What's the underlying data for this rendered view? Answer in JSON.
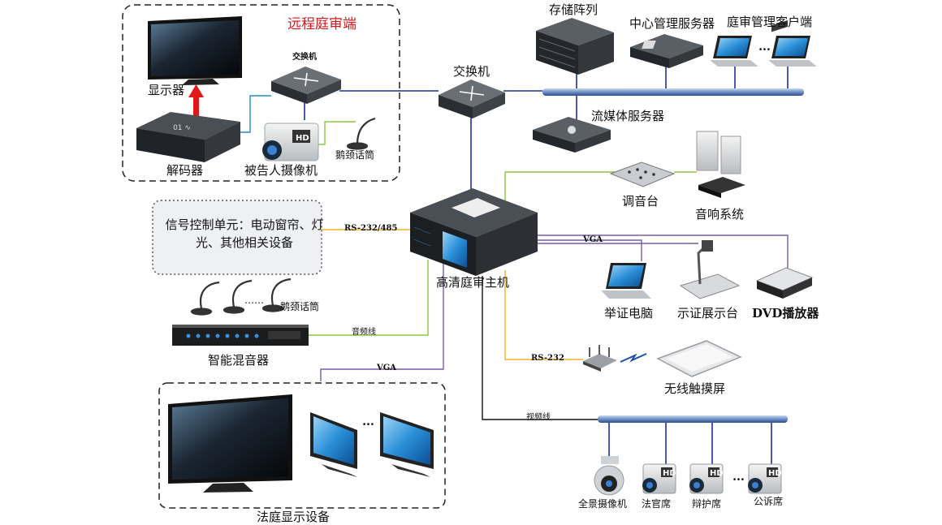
{
  "remote": {
    "title": "远程庭审端",
    "display": "显示器",
    "decoder": "解码器",
    "switch": "交换机",
    "defendant_camera": "被告人摄像机",
    "mic": "鹅颈话筒"
  },
  "network": {
    "core_switch": "交换机",
    "storage": "存储阵列",
    "central_server": "中心管理服务器",
    "client": "庭审管理客户端",
    "client_dots": "…",
    "media_server": "流媒体服务器"
  },
  "host": {
    "label": "高清庭审主机"
  },
  "links": {
    "rs232_485": "RS-232/485",
    "vga_top": "VGA",
    "audio_line": "音频线",
    "vga_bottom": "VGA",
    "rs232": "RS-232",
    "video_line": "视频线"
  },
  "signal_unit": {
    "text": "信号控制单元：电动窗帘、灯光、其他相关设备"
  },
  "audio": {
    "mixer_console": "调音台",
    "speaker": "音响系统",
    "mics": "鹅颈话筒",
    "mic_dots": "……",
    "mixer": "智能混音器"
  },
  "evidence": {
    "laptop": "举证电脑",
    "presenter": "示证展示台",
    "dvd": "DVD播放器"
  },
  "wireless": {
    "touch": "无线触摸屏"
  },
  "court_display": {
    "label": "法庭显示设备",
    "dots": "…"
  },
  "cameras": {
    "panorama": "全景摄像机",
    "judge": "法官席",
    "defense": "辩护席",
    "prosecution": "公诉席",
    "dots": "…",
    "hd": "HD"
  },
  "colors": {
    "network_line": "#1c2fa0",
    "audio_line": "#8dc63f",
    "vga_line": "#7a5aa8",
    "serial_line": "#f0b323",
    "remote_line": "#1f8fc9",
    "title_red": "#d9141b"
  }
}
